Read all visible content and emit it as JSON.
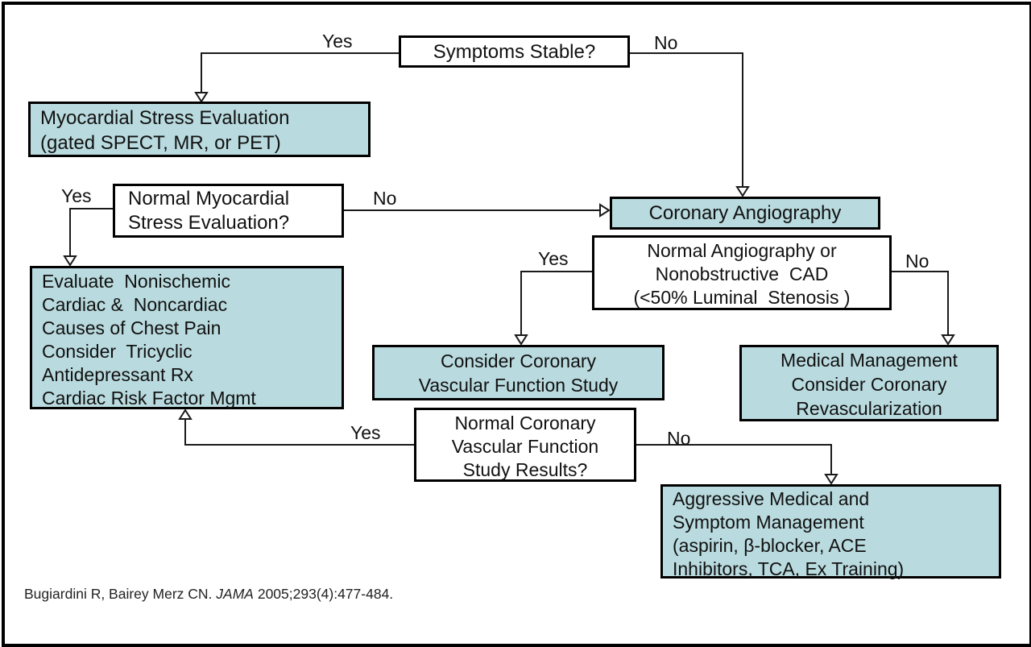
{
  "colors": {
    "box_fill": "#b9dade",
    "box_border": "#000000",
    "line": "#000000",
    "background": "#ffffff"
  },
  "nodes": {
    "symptoms_stable": {
      "lines": [
        "Symptoms Stable?"
      ]
    },
    "myocardial_stress": {
      "lines": [
        "Myocardial Stress Evaluation",
        "(gated SPECT, MR, or PET)"
      ]
    },
    "normal_myocardial": {
      "lines": [
        "Normal Myocardial",
        "Stress Evaluation?"
      ]
    },
    "coronary_angiography": {
      "lines": [
        "Coronary Angiography"
      ]
    },
    "normal_angiography": {
      "lines": [
        "Normal Angiography or",
        "Nonobstructive  CAD",
        "(<50% Luminal  Stenosis )"
      ]
    },
    "evaluate_nonischemic": {
      "lines": [
        "Evaluate  Nonischemic",
        "Cardiac &  Noncardiac",
        "Causes of Chest Pain",
        "Consider  Tricyclic",
        "Antidepressant Rx",
        "Cardiac Risk Factor Mgmt"
      ]
    },
    "consider_vascular_study": {
      "lines": [
        "Consider Coronary",
        "Vascular Function Study"
      ]
    },
    "medical_management": {
      "lines": [
        "Medical Management",
        "Consider Coronary",
        "Revascularization"
      ]
    },
    "normal_vascular_results": {
      "lines": [
        "Normal Coronary",
        "Vascular Function",
        "Study Results?"
      ]
    },
    "aggressive_management": {
      "lines": [
        "Aggressive Medical and",
        "Symptom Management",
        "(aspirin, β-blocker, ACE",
        "Inhibitors, TCA, Ex Training)"
      ]
    }
  },
  "edge_labels": {
    "symptoms_yes": "Yes",
    "symptoms_no": "No",
    "myocardial_yes": "Yes",
    "myocardial_no": "No",
    "angiography_yes": "Yes",
    "angiography_no": "No",
    "vascular_yes": "Yes",
    "vascular_no": "No"
  },
  "citation": {
    "prefix": "Bugiardini R, Bairey Merz CN. ",
    "journal": "JAMA",
    "suffix": " 2005;293(4):477-484."
  }
}
